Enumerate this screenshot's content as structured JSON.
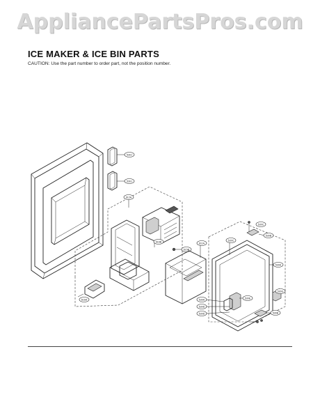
{
  "watermark": "AppliancePartsPros.com",
  "header": {
    "title": "ICE MAKER & ICE BIN PARTS",
    "caution": "CAUTION: Use the part number to order part, not the position number."
  },
  "callouts": {
    "c1": "530J",
    "c2": "530J",
    "c3": "612A",
    "c4": "611A",
    "c5": "616B",
    "c6": "615B",
    "c7": "616A",
    "c8": "611A",
    "c9": "530C",
    "c10": "530C",
    "c11": "530B",
    "c12": "530A",
    "c13": "530A",
    "c14": "530D",
    "c15": "530E",
    "c16": "530D",
    "c17": "530G"
  }
}
